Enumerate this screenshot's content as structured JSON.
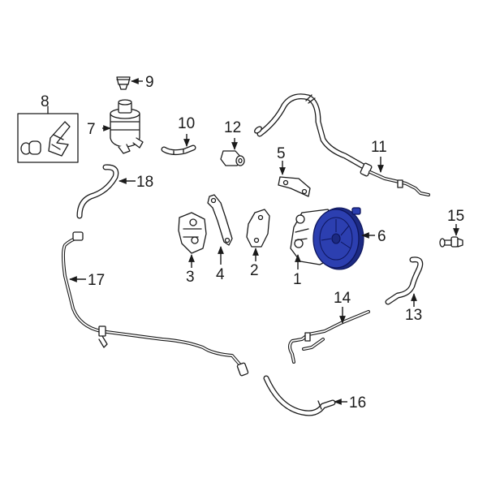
{
  "callouts": {
    "p1": "1",
    "p2": "2",
    "p3": "3",
    "p4": "4",
    "p5": "5",
    "p6": "6",
    "p7": "7",
    "p8": "8",
    "p9": "9",
    "p10": "10",
    "p11": "11",
    "p12": "12",
    "p13": "13",
    "p14": "14",
    "p15": "15",
    "p16": "16",
    "p17": "17",
    "p18": "18"
  },
  "colors": {
    "highlight": "#2c3fb0",
    "line": "#1a1a1a"
  }
}
